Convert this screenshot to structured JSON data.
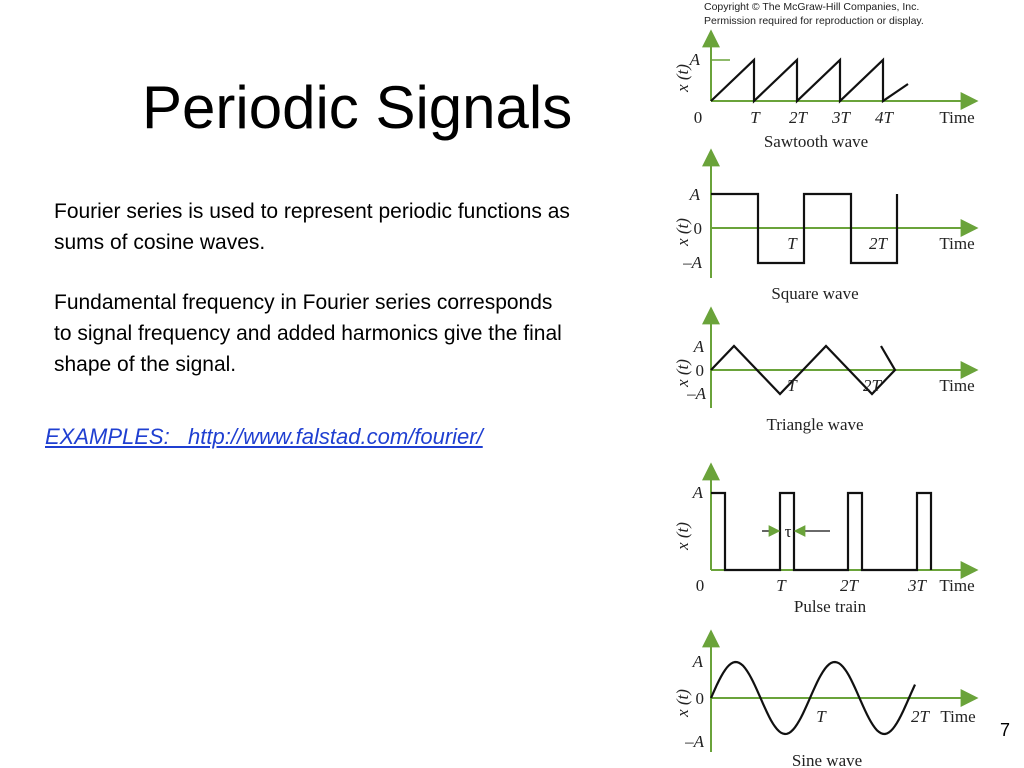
{
  "slide": {
    "title": "Periodic Signals",
    "paragraph_1": "Fourier series is used to represent periodic functions as sums of cosine waves.",
    "paragraph_2": "Fundamental frequency in Fourier series corresponds to signal frequency and added harmonics give the final shape of the signal.",
    "link_text": "EXAMPLES:   http://www.falstad.com/fourier/",
    "page_number": "7",
    "link_color": "#1f3fd1"
  },
  "figure": {
    "copyright_line_1": "Copyright © The McGraw-Hill Companies, Inc.",
    "copyright_line_2": "Permission required for reproduction or display.",
    "axis_color": "#6aa33a",
    "wave_color": "#111111",
    "y_axis_label": "x (t)",
    "time_label": "Time",
    "panels": {
      "sawtooth": {
        "caption": "Sawtooth wave",
        "y_labels": [
          "A"
        ],
        "x_labels": [
          "0",
          "T",
          "2T",
          "3T",
          "4T"
        ]
      },
      "square": {
        "caption": "Square wave",
        "y_labels": [
          "A",
          "0",
          "–A"
        ],
        "x_labels": [
          "T",
          "2T"
        ]
      },
      "triangle": {
        "caption": "Triangle wave",
        "y_labels": [
          "A",
          "0",
          "–A"
        ],
        "x_labels": [
          "T",
          "2T"
        ]
      },
      "pulse": {
        "caption": "Pulse train",
        "y_labels": [
          "A"
        ],
        "x_labels": [
          "0",
          "T",
          "2T",
          "3T"
        ],
        "width_label": "τ"
      },
      "sine": {
        "caption": "Sine wave",
        "y_labels": [
          "A",
          "0",
          "–A"
        ],
        "x_labels": [
          "T",
          "2T"
        ]
      }
    }
  }
}
